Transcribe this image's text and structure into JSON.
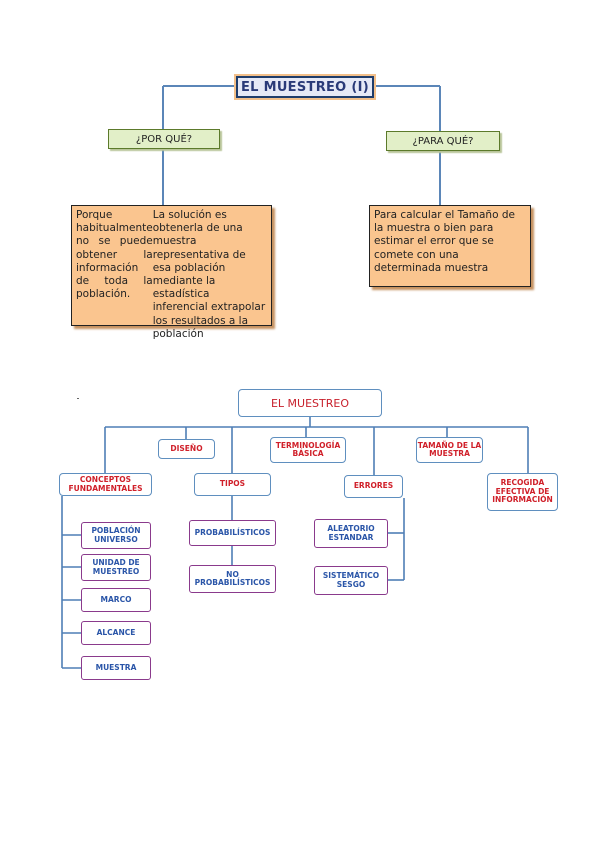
{
  "top": {
    "title": "EL MUESTREO (I)",
    "why_label": "¿POR QUÉ?",
    "what_for_label": "¿PARA QUÉ?",
    "why_text": [
      "Porque habitualmente no se puede obtener la información de toda la población.",
      "La solución es obtenerla de una muestra representativa de esa población mediante la estadística inferencial extrapolar los resultados a la población"
    ],
    "what_for_text": "Para calcular el Tamaño de la muestra o bien para estimar el error que se comete con una determinada muestra"
  },
  "bottom": {
    "title": "EL MUESTREO",
    "conceptos": "CONCEPTOS FUNDAMENTALES",
    "diseno": "DISEÑO",
    "tipos": "TIPOS",
    "terminologia": "TERMINOLOGÍA BÁSICA",
    "errores": "ERRORES",
    "tamano": "TAMAÑO DE LA MUESTRA",
    "recogida": "RECOGIDA EFECTIVA DE INFORMACIÓN",
    "concept_items": [
      "POBLACIÓN UNIVERSO",
      "UNIDAD DE MUESTREO",
      "MARCO",
      "ALCANCE",
      "MUESTRA"
    ],
    "tipo_items": [
      "PROBABILÍSTICOS",
      "NO PROBABILÍSTICOS"
    ],
    "error_items": [
      "ALEATORIO ESTANDAR",
      "SISTEMÁTICO SESGO"
    ]
  },
  "colors": {
    "connector_top": "#5b86b8",
    "connector_bottom": "#4f7fb5",
    "orange_box": "#fac58f",
    "green_box": "#e2efc8",
    "red_text": "#d0202a",
    "blue_text": "#2a55a8",
    "purple_border": "#8a3a8c"
  }
}
